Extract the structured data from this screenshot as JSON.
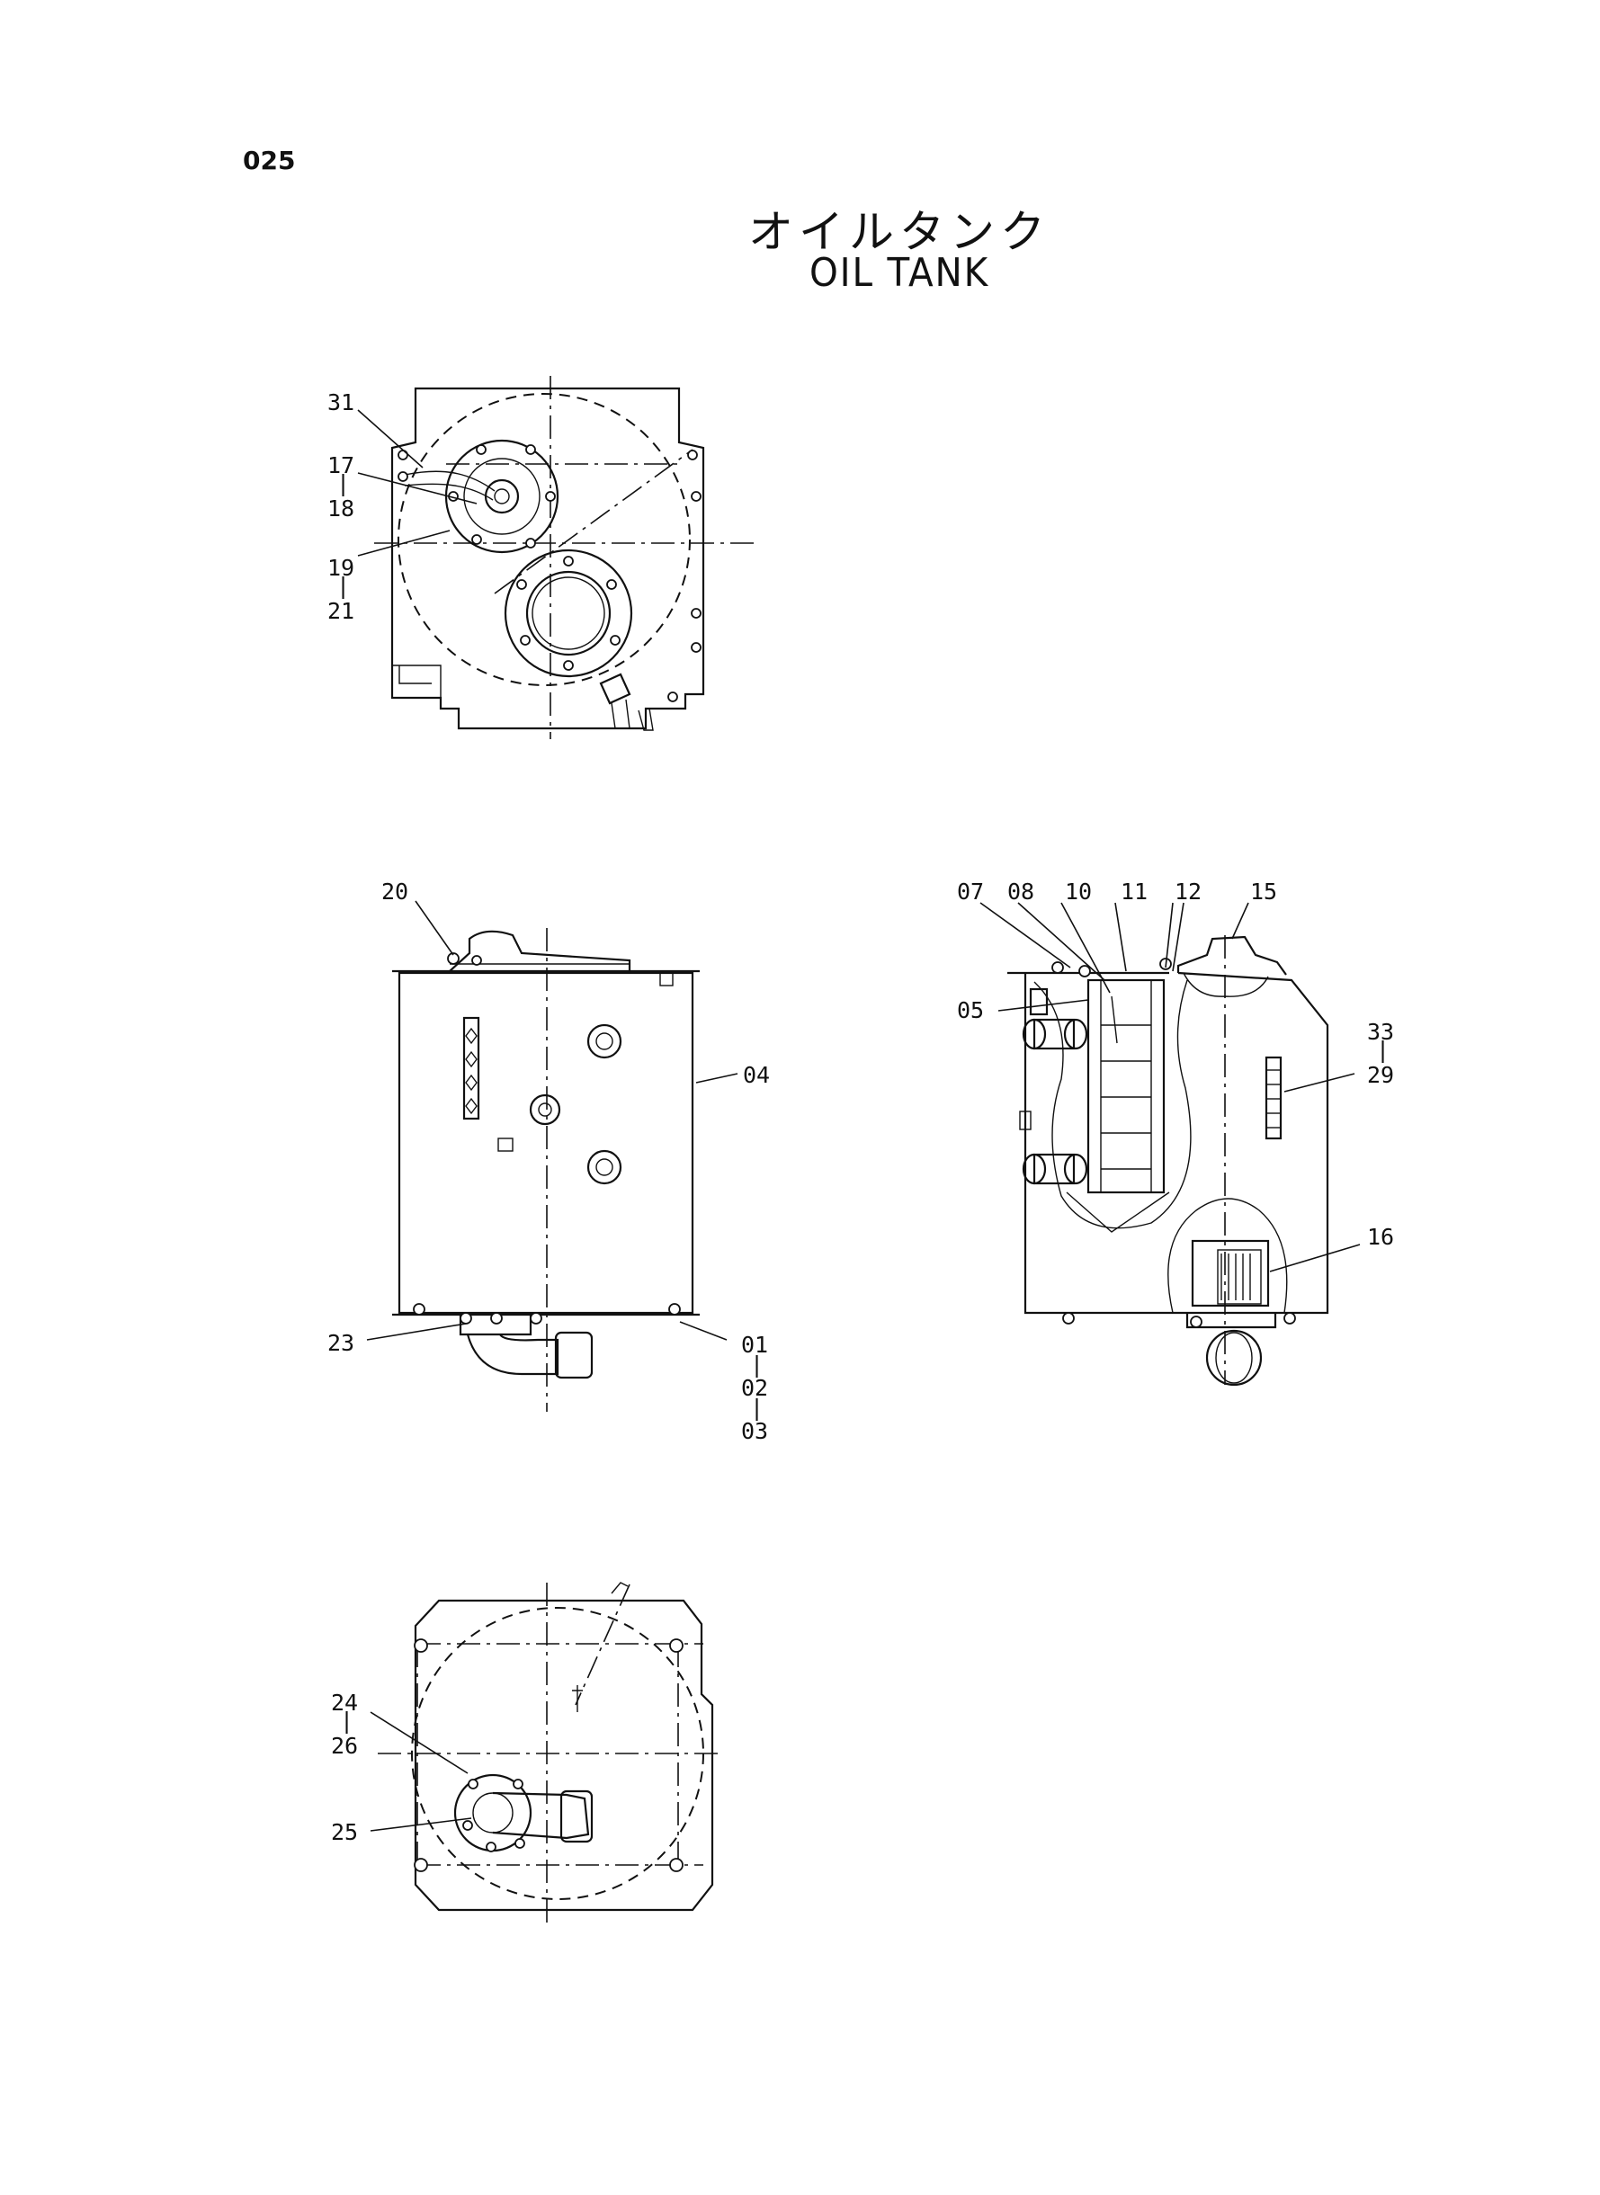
{
  "page_number": "025",
  "title_jp": "オイルタンク",
  "title_en": "OIL TANK",
  "callouts": {
    "c31": "31",
    "c17": "17",
    "c17_dash": "|",
    "c18": "18",
    "c19": "19",
    "c19_dash": "|",
    "c21": "21",
    "c20": "20",
    "c04": "04",
    "c23": "23",
    "c01": "01",
    "c01_dash": "|",
    "c02": "02",
    "c02_dash": "|",
    "c03": "03",
    "c07": "07",
    "c08": "08",
    "c10": "10",
    "c11": "11",
    "c12": "12",
    "c15": "15",
    "c05": "05",
    "c33": "33",
    "c33_dash": "|",
    "c29": "29",
    "c16": "16",
    "c24": "24",
    "c24_dash": "|",
    "c26": "26",
    "c25": "25"
  }
}
